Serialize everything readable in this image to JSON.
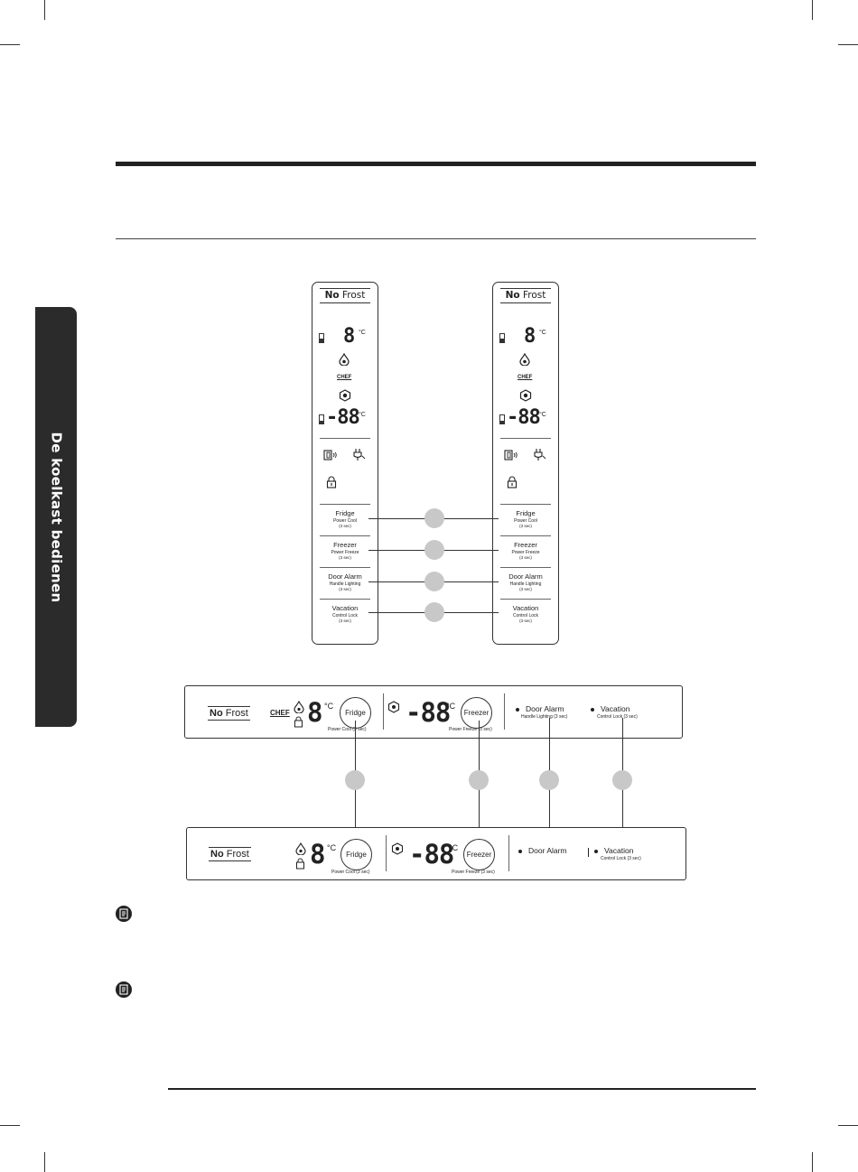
{
  "side_tab": {
    "label": "De koelkast bedienen"
  },
  "panel_vertical": {
    "brand_bold": "No",
    "brand_rest": "Frost",
    "fridge_temp": "8",
    "freezer_temp": "-88",
    "unit": "°C",
    "chef_label": "CHEF",
    "buttons": [
      {
        "label": "Fridge",
        "sub": "Power Cool",
        "hold": "(3 sec)"
      },
      {
        "label": "Freezer",
        "sub": "Power Freeze",
        "hold": "(3 sec)"
      },
      {
        "label": "Door Alarm",
        "sub": "Handle Lighting",
        "hold": "(3 sec)"
      },
      {
        "label": "Vacation",
        "sub": "Control Lock",
        "hold": "(3 sec)"
      }
    ]
  },
  "panel_horizontal_1": {
    "brand_bold": "No",
    "brand_rest": "Frost",
    "chef_label": "CHEF",
    "fridge_temp": "8",
    "freezer_temp": "-88",
    "unit": "°C",
    "fridge_button": "Fridge",
    "fridge_sub": "Power Cool (3 sec)",
    "freezer_button": "Freezer",
    "freezer_sub": "Power Freeze (3 sec)",
    "door_alarm": "Door Alarm",
    "door_alarm_sub": "Handle Lighting (3 sec)",
    "vacation": "Vacation",
    "vacation_sub": "Control Lock (3 sec)"
  },
  "panel_horizontal_2": {
    "brand_bold": "No",
    "brand_rest": "Frost",
    "fridge_temp": "8",
    "freezer_temp": "-88",
    "unit": "°C",
    "fridge_button": "Fridge",
    "fridge_sub": "Power Cool (3 sec)",
    "freezer_button": "Freezer",
    "freezer_sub": "Power Freeze (3 sec)",
    "door_alarm": "Door Alarm",
    "vacation": "Vacation",
    "vacation_sub": "Control Lock (3 sec)"
  }
}
